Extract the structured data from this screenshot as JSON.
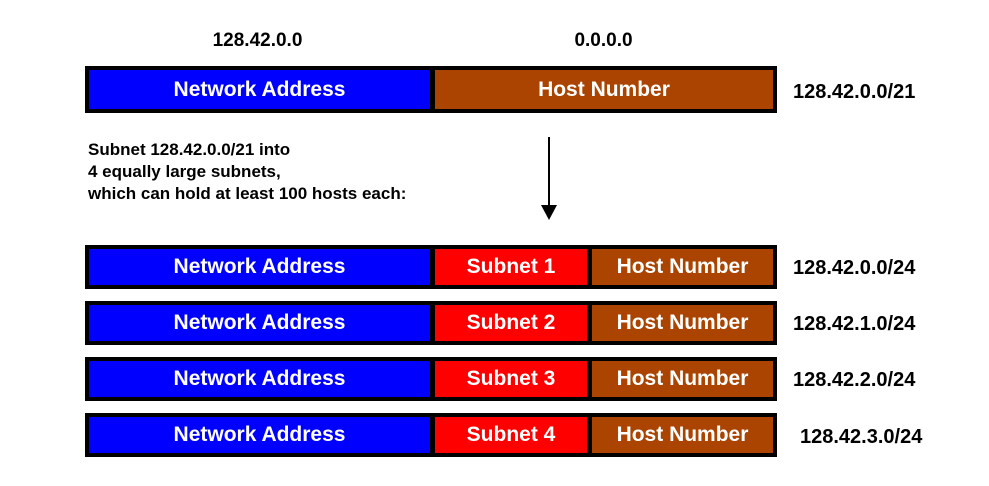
{
  "top_labels": {
    "network_value": "128.42.0.0",
    "host_value": "0.0.0.0"
  },
  "original_block": {
    "network_label": "Network Address",
    "host_label": "Host Number",
    "cidr": "128.42.0.0/21"
  },
  "instruction": {
    "line1": "Subnet 128.42.0.0/21 into",
    "line2": "4 equally large subnets,",
    "line3": "which can hold at least 100 hosts each:"
  },
  "subnets": [
    {
      "network_label": "Network Address",
      "subnet_label": "Subnet 1",
      "host_label": "Host Number",
      "cidr": "128.42.0.0/24"
    },
    {
      "network_label": "Network Address",
      "subnet_label": "Subnet 2",
      "host_label": "Host Number",
      "cidr": "128.42.1.0/24"
    },
    {
      "network_label": "Network Address",
      "subnet_label": "Subnet 3",
      "host_label": "Host Number",
      "cidr": "128.42.2.0/24"
    },
    {
      "network_label": "Network Address",
      "subnet_label": "Subnet 4",
      "host_label": "Host Number",
      "cidr": "128.42.3.0/24"
    }
  ],
  "colors": {
    "network": "#0000FF",
    "subnet": "#FF0000",
    "host": "#AA4400",
    "border": "#000000",
    "text_on_bar": "#FFFFFF",
    "text": "#000000",
    "background": "#FFFFFF"
  }
}
